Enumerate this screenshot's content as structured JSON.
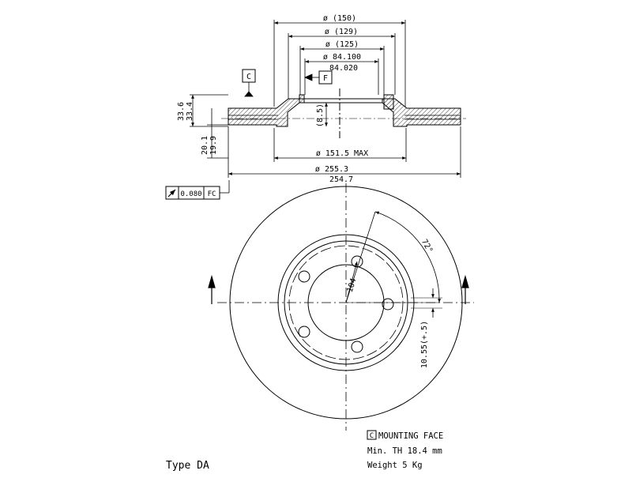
{
  "colors": {
    "ink": "#000000",
    "paper": "#ffffff",
    "hatch": "#444444"
  },
  "dimensions": {
    "d150": "ø (150)",
    "d129": "ø (129)",
    "d125": "ø (125)",
    "d84_upper": "ø 84.100",
    "d84_lower": "84.020",
    "h33_upper": "33.6",
    "h33_lower": "33.4",
    "h20_upper": "20.1",
    "h20_lower": "19.9",
    "h85": "(8.5)",
    "d151": "ø 151.5 MAX",
    "d255_upper": "ø 255.3",
    "d255_lower": "254.7",
    "angle72": "72°",
    "pcd104": "104",
    "offset": "10.55(+.5)"
  },
  "datums": {
    "c": "C",
    "f": "F"
  },
  "tolerance": {
    "value": "0.080",
    "ref": "FC"
  },
  "notes": {
    "mounting_box": "C",
    "mounting_face": "MOUNTING FACE",
    "min_th": "Min. TH 18.4 mm",
    "weight": "Weight  5  Kg",
    "type": "Type DA"
  }
}
